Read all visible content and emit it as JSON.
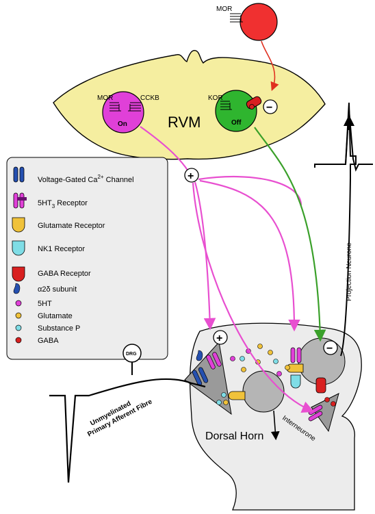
{
  "labels": {
    "rvm": "RVM",
    "dorsal_horn": "Dorsal Horn",
    "projection_neurone": "Projection Neurone",
    "interneurone": "Interneurone",
    "afferent_line1": "Unmyelinated",
    "afferent_line2": "Primary Afferent Fibre",
    "drg": "DRG",
    "on_cell": "On",
    "off_cell": "Off",
    "mor_top": "MOR",
    "mor_rvm": "MOR",
    "cckb": "CCKB",
    "kor": "KOR",
    "plus": "+",
    "minus": "−"
  },
  "legend": {
    "vgcc_main": "Voltage-Gated Ca",
    "vgcc_sup": "2+",
    "vgcc_tail": " Channel",
    "ht3_main": "5HT",
    "ht3_sub": "3",
    "ht3_tail": " Receptor",
    "glutamate_receptor": "Glutamate Receptor",
    "nk1_receptor": "NK1 Receptor",
    "gaba_receptor": "GABA Receptor",
    "a2d_subunit": "α2δ subunit",
    "ht5": "5HT",
    "glutamate": "Glutamate",
    "substance_p": "Substance P",
    "gaba": "GABA"
  },
  "colors": {
    "rvm_fill": "#f5eea0",
    "on_cell": "#e040d8",
    "off_cell": "#2fb52f",
    "mor_neuron": "#f03030",
    "pink_path": "#e84fd0",
    "green_path": "#3aa02a",
    "red_path": "#e03020",
    "dorsal_horn_fill": "#ececec",
    "legend_fill": "#ededed",
    "blue_channel": "#2550b0",
    "glutamate_yellow": "#f0c23a",
    "nk1_cyan": "#7fdde6",
    "gaba_red": "#d82020"
  }
}
